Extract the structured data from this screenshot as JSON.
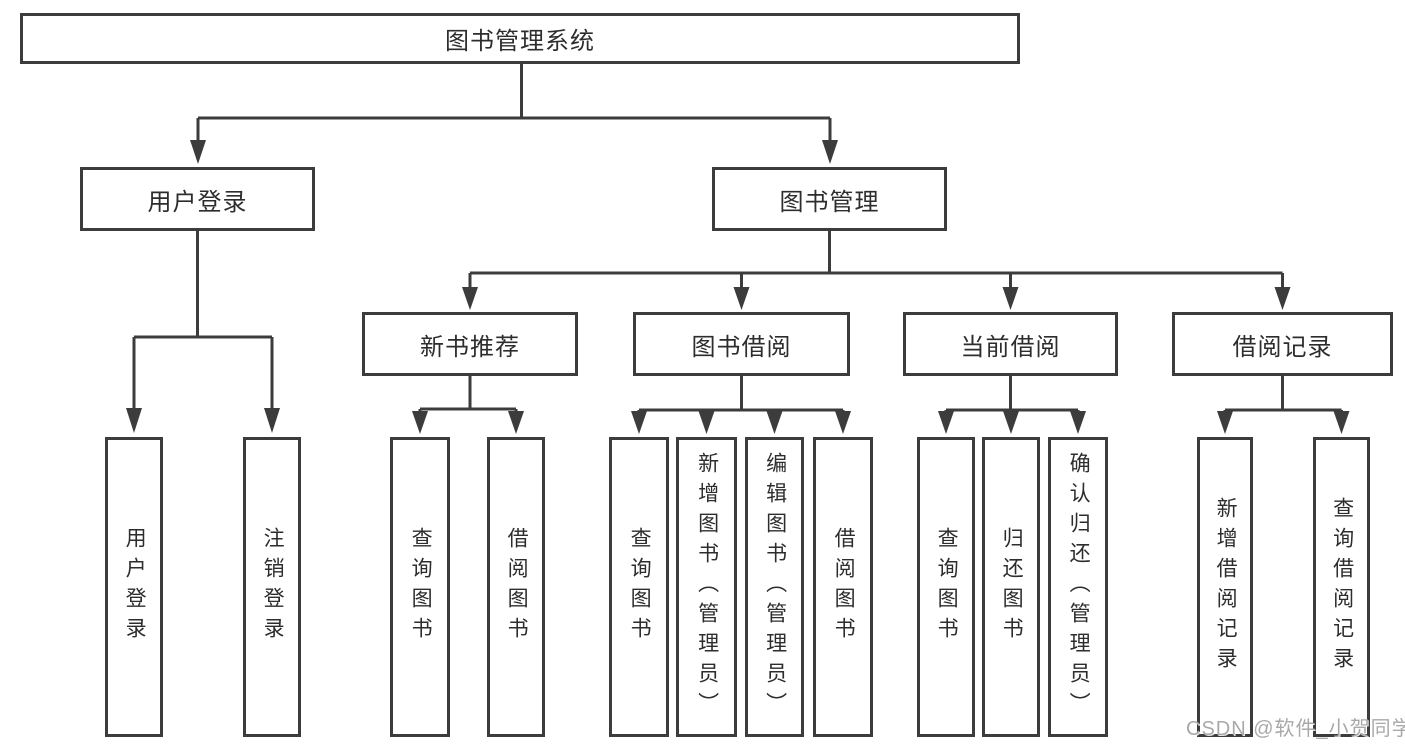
{
  "palette": {
    "background": "#ffffff",
    "box_border": "#3c3c3c",
    "box_fill": "#ffffff",
    "text": "#2d2d2d",
    "connector": "#3c3c3c",
    "watermark": "#a9a9a9"
  },
  "diagram": {
    "root": {
      "label": "图书管理系统"
    },
    "level2": [
      {
        "id": "user-login",
        "label": "用户登录"
      },
      {
        "id": "book-management",
        "label": "图书管理"
      }
    ],
    "level3": [
      {
        "id": "new-book-recommend",
        "label": "新书推荐"
      },
      {
        "id": "book-borrow",
        "label": "图书借阅"
      },
      {
        "id": "current-borrow",
        "label": "当前借阅"
      },
      {
        "id": "borrow-records",
        "label": "借阅记录"
      }
    ],
    "leaves": {
      "user_login": [
        "用户登录",
        "注销登录"
      ],
      "new_book_recommend": [
        "查询图书",
        "借阅图书"
      ],
      "book_borrow": [
        "查询图书",
        "新增图书（管理员）",
        "编辑图书（管理员）",
        "借阅图书"
      ],
      "current_borrow": [
        "查询图书",
        "归还图书",
        "确认归还（管理员）"
      ],
      "borrow_records": [
        "新增借阅记录",
        "查询借阅记录"
      ]
    }
  },
  "watermark": {
    "text": "CSDN @软件_小贺同学"
  }
}
